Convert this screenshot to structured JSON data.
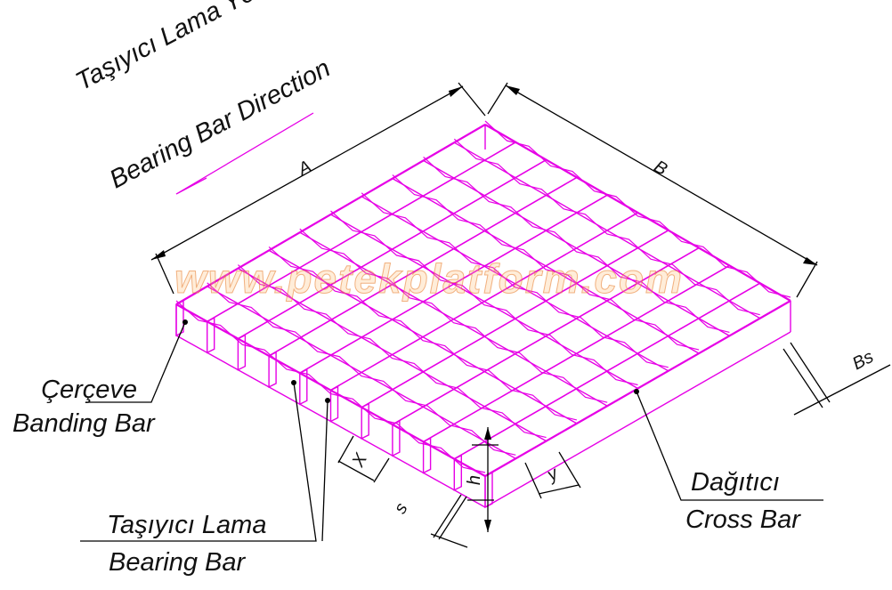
{
  "colors": {
    "grating": "#e600e6",
    "line": "#000000",
    "text": "#111111"
  },
  "direction": {
    "tr": "Taşıyıcı Lama Yönü",
    "en": "Bearing Bar Direction"
  },
  "dimensions": {
    "a": "A",
    "b": "B",
    "bs": "Bs",
    "x": "X",
    "y": "y",
    "h": "h",
    "s": "s"
  },
  "labels": {
    "banding_tr": "Çerçeve",
    "banding_en": "Banding Bar",
    "bearing_tr": "Taşıyıcı Lama",
    "bearing_en": "Bearing Bar",
    "cross_tr": "Dağıtıcı",
    "cross_en": "Cross Bar"
  },
  "watermark": "www.petekplatform.com"
}
